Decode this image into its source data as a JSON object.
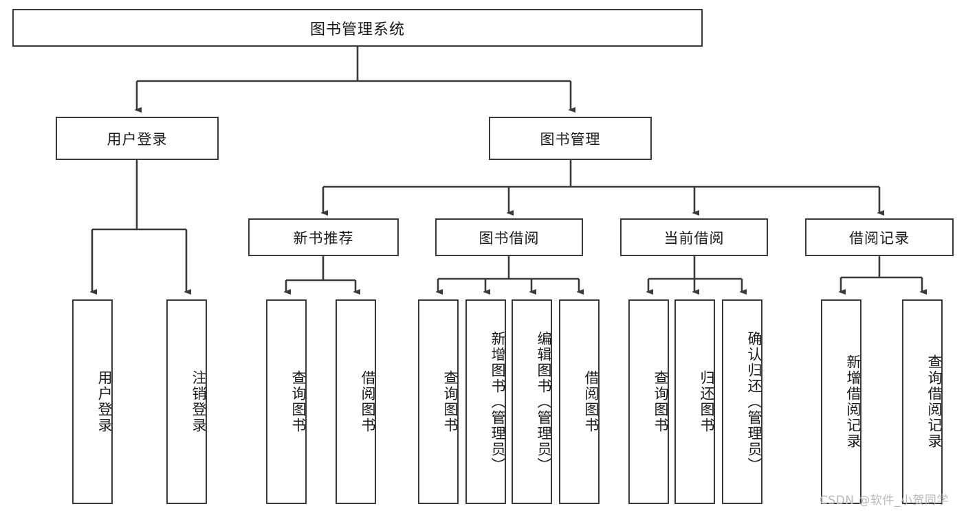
{
  "diagram": {
    "title": "图书管理系统",
    "type": "hierarchy-tree",
    "root": {
      "id": "root",
      "label": "图书管理系统"
    },
    "level2": [
      {
        "id": "user-login",
        "label": "用户登录"
      },
      {
        "id": "book-manage",
        "label": "图书管理"
      }
    ],
    "level3": [
      {
        "id": "new-book-recommend",
        "label": "新书推荐",
        "parent": "book-manage"
      },
      {
        "id": "book-borrow",
        "label": "图书借阅",
        "parent": "book-manage"
      },
      {
        "id": "current-borrow",
        "label": "当前借阅",
        "parent": "book-manage"
      },
      {
        "id": "borrow-record",
        "label": "借阅记录",
        "parent": "book-manage"
      }
    ],
    "leaves": {
      "user_login": [
        {
          "id": "leaf-user-login",
          "label": "用户登录"
        },
        {
          "id": "leaf-user-logout",
          "label": "注销登录"
        }
      ],
      "new_book_recommend": [
        {
          "id": "leaf-query-book-1",
          "label": "查询图书"
        },
        {
          "id": "leaf-borrow-book-1",
          "label": "借阅图书"
        }
      ],
      "book_borrow": [
        {
          "id": "leaf-query-book-2",
          "label": "查询图书"
        },
        {
          "id": "leaf-add-book",
          "label": "新增图书（管理员）"
        },
        {
          "id": "leaf-edit-book",
          "label": "编辑图书（管理员）"
        },
        {
          "id": "leaf-borrow-book-2",
          "label": "借阅图书"
        }
      ],
      "current_borrow": [
        {
          "id": "leaf-query-book-3",
          "label": "查询图书"
        },
        {
          "id": "leaf-return-book",
          "label": "归还图书"
        },
        {
          "id": "leaf-confirm-return",
          "label": "确认归还（管理员）"
        }
      ],
      "borrow_record": [
        {
          "id": "leaf-add-record",
          "label": "新增借阅记录"
        },
        {
          "id": "leaf-query-record",
          "label": "查询借阅记录"
        }
      ]
    },
    "colors": {
      "stroke": "#3a3a3a",
      "fill": "#ffffff",
      "text": "#1a1a1a",
      "watermark": "#b9b9b9"
    }
  },
  "watermark": {
    "text": "CSDN @软件_小贺同学"
  }
}
